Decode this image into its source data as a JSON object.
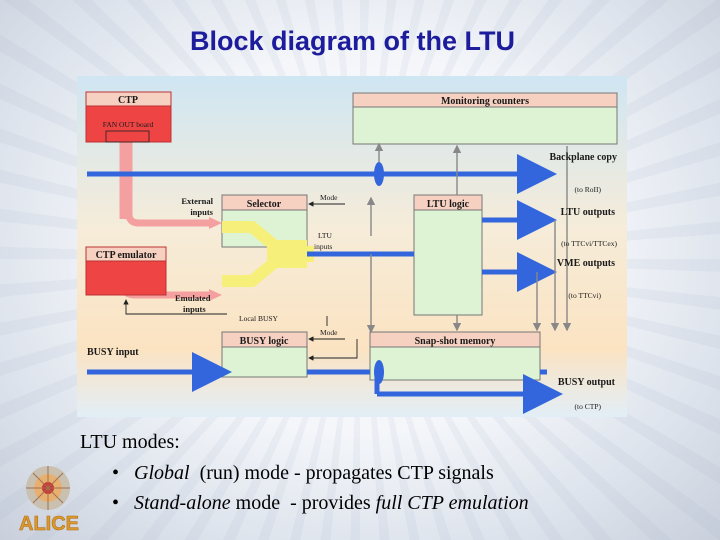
{
  "title": "Block diagram of the LTU",
  "diagram": {
    "ctp": "CTP",
    "fanout": "FAN OUT board",
    "monitoring": "Monitoring counters",
    "backplane": "Backplane copy",
    "to_roll": "(to RoII)",
    "external_inputs_1": "External",
    "external_inputs_2": "inputs",
    "mode_top": "Mode",
    "selector": "Selector",
    "ltu_logic": "LTU logic",
    "ltu_outputs": "LTU outputs",
    "ltu_inputs_1": "LTU",
    "ltu_inputs_2": "inputs",
    "to_ttcvi": "(to TTCvi/TTCex)",
    "ctp_emulator": "CTP emulator",
    "vme_outputs": "VME outputs",
    "to_ttcvi2": "(to TTCvi)",
    "emulated_inputs_1": "Emulated",
    "emulated_inputs_2": "inputs",
    "local_busy": "Local BUSY",
    "mode_bottom": "Mode",
    "busy_logic": "BUSY logic",
    "snapshot": "Snap-shot memory",
    "busy_input": "BUSY input",
    "busy_output": "BUSY output",
    "to_ctp": "(to CTP)"
  },
  "modes": {
    "heading": "LTU modes:",
    "items": [
      {
        "bullet": "•",
        "italic": "Global",
        "rest": "  (run) mode - propagates CTP signals",
        "italic2": ""
      },
      {
        "bullet": "•",
        "italic": "Stand-alone",
        "rest": " mode  - provides ",
        "italic2": "full CTP emulation"
      }
    ]
  },
  "logo": {
    "text": "ALICE"
  },
  "colors": {
    "title": "#1c1c9c",
    "box_red": "#ee4444",
    "box_green": "#ddf3d4",
    "blue_bus": "#3366dd",
    "pink_bus": "#f5a0a0",
    "yellow_bus": "#f6f07a"
  }
}
